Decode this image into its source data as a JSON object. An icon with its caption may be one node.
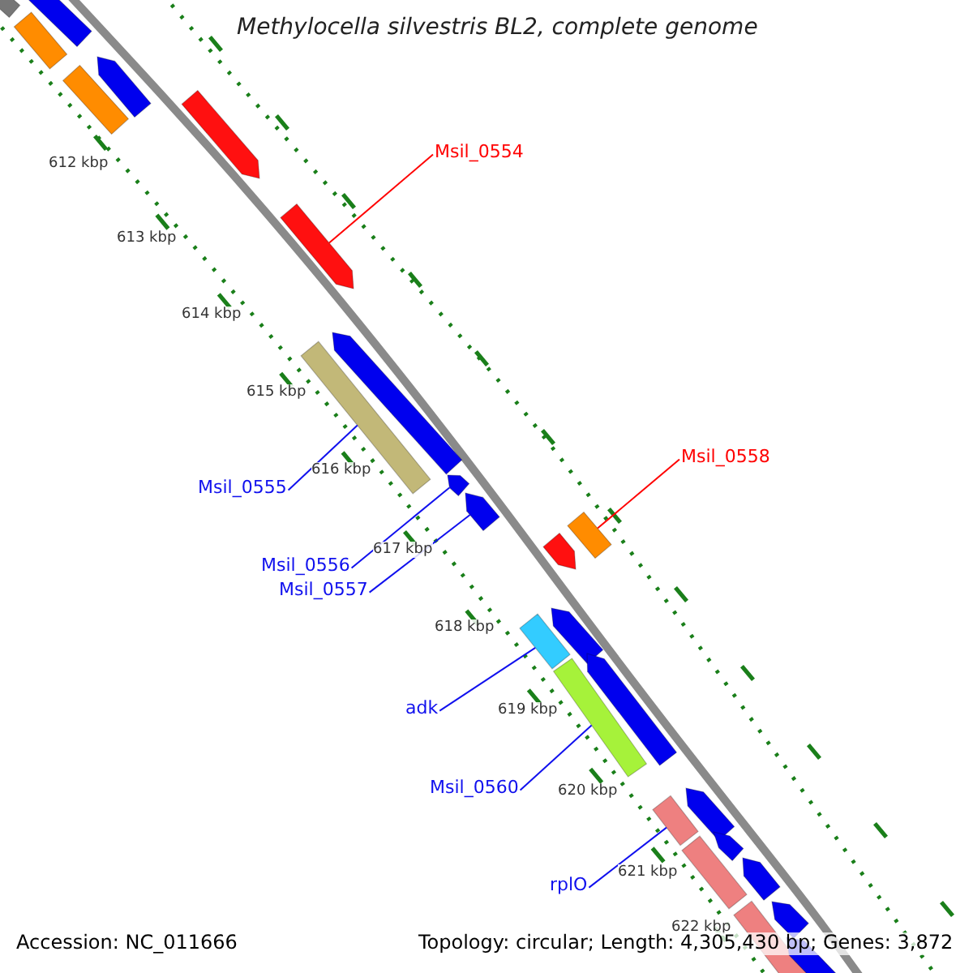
{
  "diagram": {
    "title": "Methylocella silvestris BL2, complete genome",
    "nodes": [
      {
        "text": [
          "Msil_0554"
        ]
      },
      {
        "text": [],
        "shape": "arrow"
      },
      {
        "text": [
          "Msil_0558"
        ]
      },
      {
        "text": [],
        "shape": "bar"
      },
      {
        "text": [
          "Msil_0555"
        ]
      },
      {
        "text": [],
        "shape": "bar"
      },
      {
        "text": [
          "Msil_0556"
        ]
      },
      {
        "text": [],
        "shape": "arrow"
      },
      {
        "text": [
          "Msil_0557"
        ]
      },
      {
        "text": [],
        "shape": "arrow"
      },
      {
        "text": [
          "adk"
        ]
      },
      {
        "text": [],
        "shape": "bar"
      },
      {
        "text": [
          "Msil_0560"
        ]
      },
      {
        "text": [],
        "shape": "bar"
      },
      {
        "text": [
          "rplO"
        ]
      },
      {
        "text": [],
        "shape": "bar"
      },
      {
        "text": [],
        "shape": "bar"
      },
      {
        "text": [],
        "shape": "bar"
      },
      {
        "text": [],
        "shape": "bar"
      },
      {
        "text": [],
        "shape": "arrow"
      },
      {
        "text": [],
        "shape": "bar"
      },
      {
        "text": [],
        "shape": "arrow"
      },
      {
        "text": [],
        "shape": "arrow"
      },
      {
        "text": [],
        "shape": "arrow"
      },
      {
        "text": [],
        "shape": "arrow"
      },
      {
        "text": [],
        "shape": "arrow"
      },
      {
        "text": [],
        "shape": "arrow"
      },
      {
        "text": [],
        "shape": "arrow"
      },
      {
        "text": [],
        "shape": "bar"
      },
      {
        "text": [],
        "shape": "arrow"
      },
      {
        "text": [],
        "shape": "bar"
      },
      {
        "text": [],
        "shape": "arrow"
      },
      {
        "text": [],
        "shape": "arrow"
      }
    ],
    "edges": [
      {
        "from": 0,
        "to": 1,
        "arrow": "none",
        "color": "#ff0000"
      },
      {
        "from": 2,
        "to": 3,
        "arrow": "none",
        "color": "#ff0000"
      },
      {
        "from": 4,
        "to": 5,
        "arrow": "none"
      },
      {
        "from": 6,
        "to": 7,
        "arrow": "none"
      },
      {
        "from": 8,
        "to": 9,
        "arrow": "none"
      },
      {
        "from": 10,
        "to": 11,
        "arrow": "none"
      },
      {
        "from": 12,
        "to": 13,
        "arrow": "none"
      },
      {
        "from": 14,
        "to": 15,
        "arrow": "none"
      }
    ],
    "labels": [
      "612 kbp",
      "613 kbp",
      "614 kbp",
      "615 kbp",
      "616 kbp",
      "617 kbp",
      "618 kbp",
      "619 kbp",
      "620 kbp",
      "621 kbp",
      "622 kbp",
      "Accession: NC_011666",
      "Topology: circular; Length: 4,305,430 bp; Genes: 3,872"
    ]
  }
}
